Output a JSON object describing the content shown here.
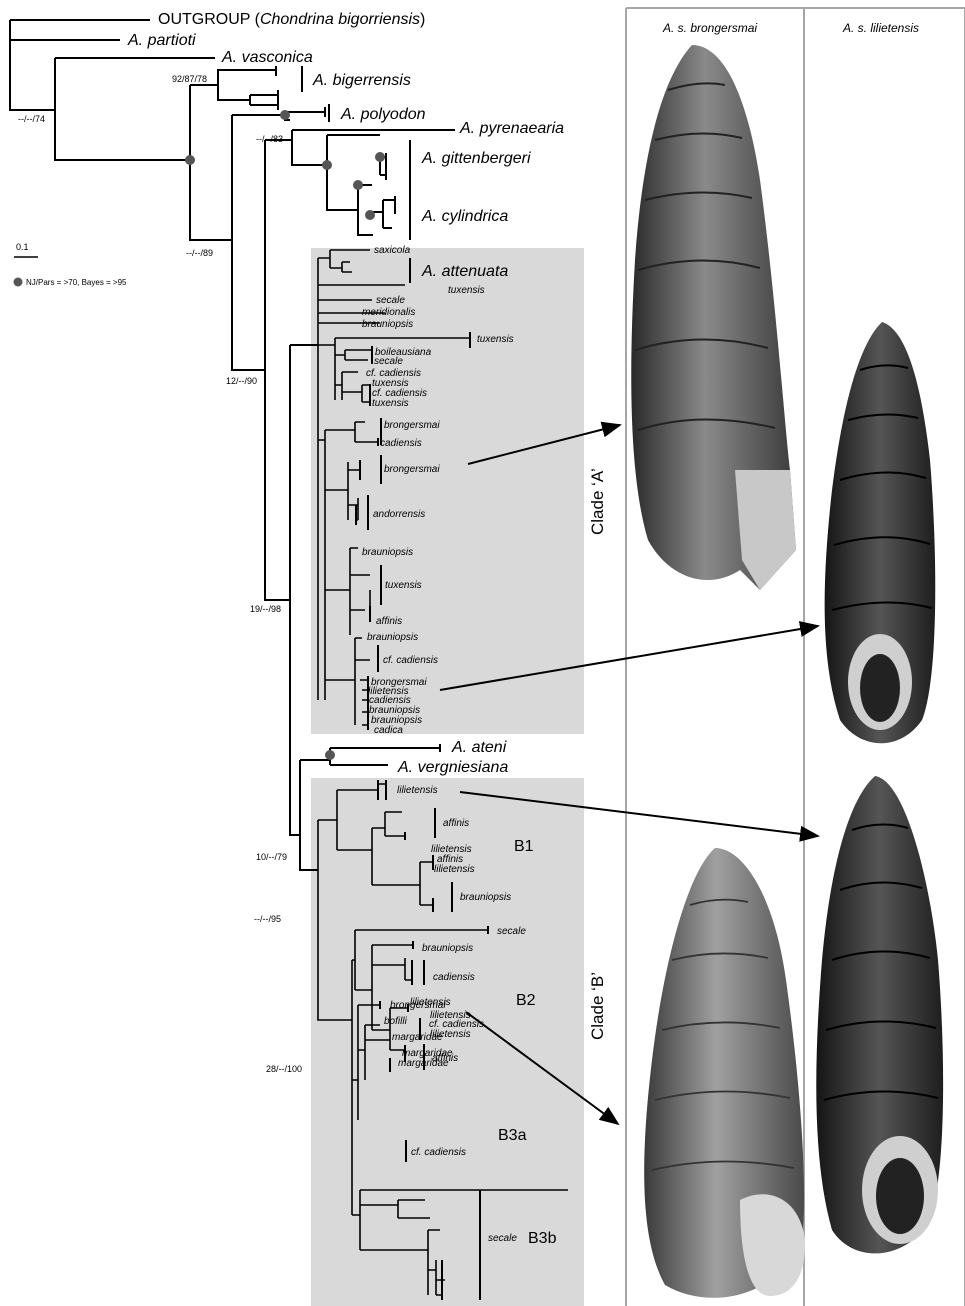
{
  "colors": {
    "shade": "#d9d9d9",
    "line": "#000000",
    "node": "#555555",
    "frame": "#a6a6a6"
  },
  "outgroup": {
    "name": "OUTGROUP (",
    "species": "Chondrina bigorriensis",
    "close": ")"
  },
  "taxa": {
    "partioti": "A. partioti",
    "vasconica": "A. vasconica",
    "bigerrensis": "A. bigerrensis",
    "polyodon": "A. polyodon",
    "pyrenaearia": "A. pyrenaearia",
    "gittenbergeri": "A. gittenbergeri",
    "cylindrica": "A. cylindrica",
    "attenuata": "A. attenuata",
    "ateni": "A. ateni",
    "vergniesiana": "A. vergniesiana"
  },
  "support": {
    "s1": "--/--/74",
    "s2": "92/87/78",
    "s3": "--/--/83",
    "s4": "--/--/89",
    "s5": "12/--/90",
    "s6": "19/--/98",
    "s7": "10/--/79",
    "s8": "--/--/95",
    "s9": "28/--/100"
  },
  "scale_bar": "0.1",
  "legend": "NJ/Pars = >70, Bayes = >95",
  "clades": {
    "a": "Clade ‘A’",
    "b": "Clade ‘B’",
    "b1": "B1",
    "b2": "B2",
    "b3a": "B3a",
    "b3b": "B3b"
  },
  "columns": {
    "left": "A. s. brongersmai",
    "right": "A. s. lilietensis"
  },
  "clade_a_tips": {
    "saxicola": "saxicola",
    "tuxensis1": "tuxensis",
    "secale": "secale",
    "meridionalis": "meridionalis",
    "brauniopsis1": "brauniopsis",
    "tuxensis2": "tuxensis",
    "boileausiana": "boileausiana",
    "secale2": "secale",
    "cfcad1": "cf. cadiensis",
    "tuxensis3": "tuxensis",
    "cfcad2": "cf. cadiensis",
    "tuxensis4": "tuxensis",
    "brongersmai1": "brongersmai",
    "cadiensis1": "cadiensis",
    "brongersmai2": "brongersmai",
    "andorrensis": "andorrensis",
    "brauniopsis2": "brauniopsis",
    "tuxensis5": "tuxensis",
    "affinis": "affinis",
    "brauniopsis3": "brauniopsis",
    "cfcad3": "cf. cadiensis",
    "brongersmai3": "brongersmai",
    "lilietensis": "lilietensis",
    "cadiensis2": "cadiensis",
    "brauniopsis4": "brauniopsis",
    "brauniopsis5": "brauniopsis",
    "cadica": "cadica"
  },
  "clade_b_tips": {
    "lilietensis1": "lilietensis",
    "affinis1": "affinis",
    "lilietensis2": "lilietensis",
    "affinis2": "affinis",
    "lilietensis3": "lilietensis",
    "brauniopsis1": "brauniopsis",
    "secale1": "secale",
    "brauniopsis2": "brauniopsis",
    "cadiensis": "cadiensis",
    "lilietensis4": "lilietensis",
    "lilietensis5": "lilietensis",
    "cfcad1": "cf. cadiensis",
    "lilietensis6": "lilietensis",
    "affinis3": "affinis",
    "brongersmai": "brongersmai",
    "bofilli": "bofilli",
    "margaridae1": "margaridae",
    "margaridae2": "margaridae",
    "margaridae3": "margaridae",
    "cfcad2": "cf. cadiensis",
    "secale2": "secale"
  }
}
